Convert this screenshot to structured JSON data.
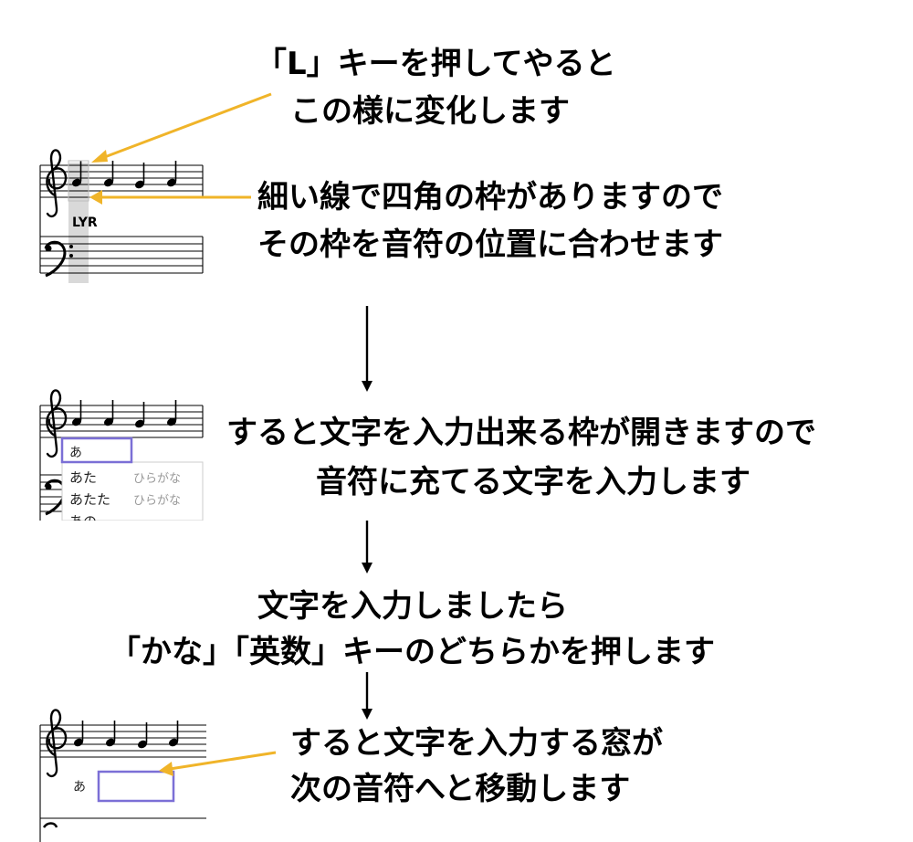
{
  "step1": {
    "line1": "「L」キーを押してやると",
    "line2": "この様に変化します",
    "line3": "細い線で四角の枠がありますので",
    "line4": "その枠を音符の位置に合わせます",
    "lyr_label": "LYR"
  },
  "step2": {
    "line1": "すると文字を入力出来る枠が開きますので",
    "line2": "音符に充てる文字を入力します",
    "input_value": "あ",
    "candidates": [
      {
        "text": "あた",
        "type": "ひらがな"
      },
      {
        "text": "あたた",
        "type": "ひらがな"
      },
      {
        "text": "あの",
        "type": ""
      }
    ]
  },
  "step3": {
    "line1": "文字を入力しましたら",
    "line2": "「かな」「英数」キーのどちらかを押します"
  },
  "step4": {
    "line1": "すると文字を入力する窓が",
    "line2": "次の音符へと移動します",
    "entered_lyric": "あ"
  },
  "colors": {
    "arrow_accent": "#f0b429",
    "input_box_border": "#7b6fd6",
    "highlight_gray": "#d9d9d9"
  }
}
